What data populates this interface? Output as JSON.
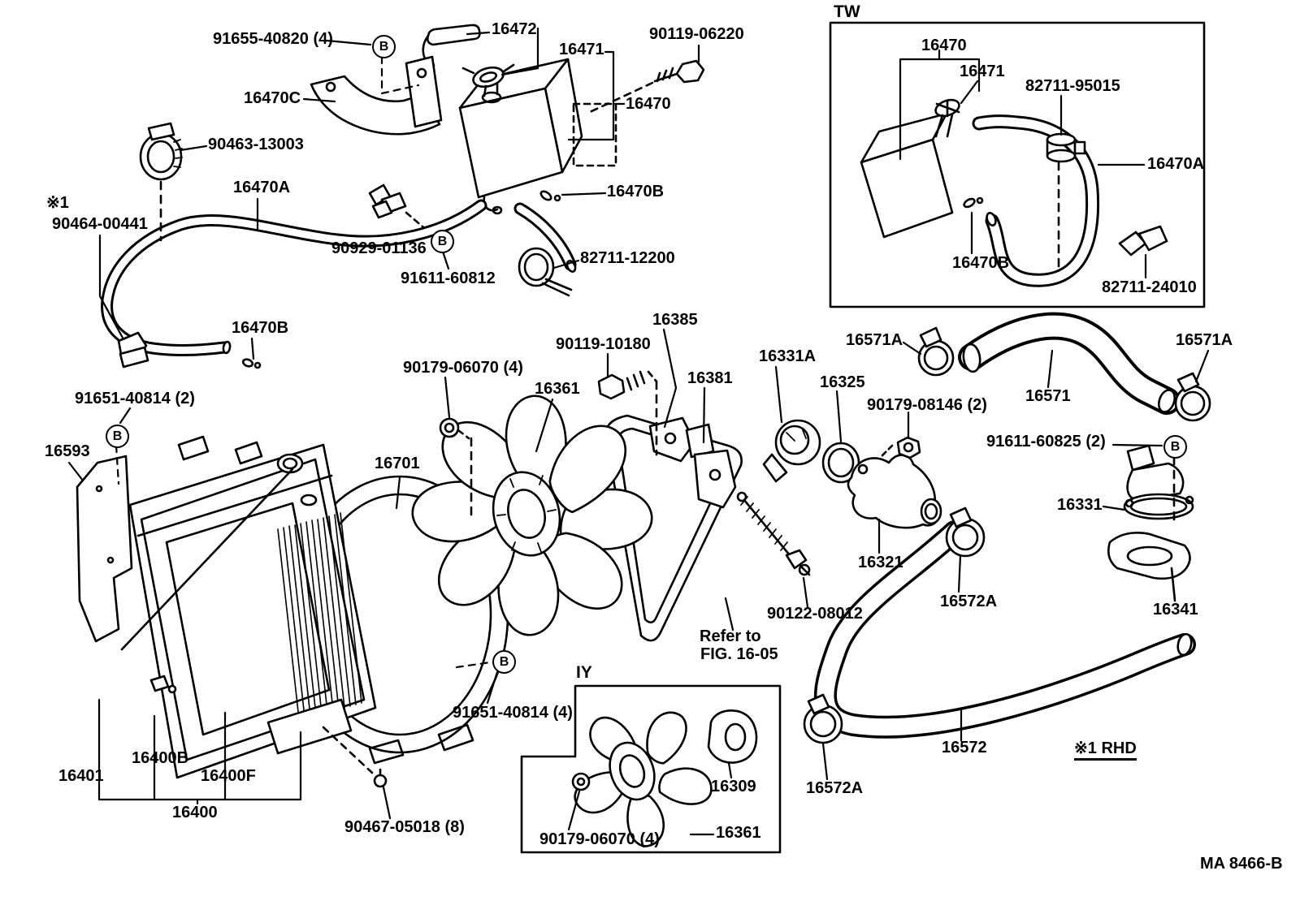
{
  "diagram": {
    "figure_code": "MA 8466-B",
    "callout_letter": "B",
    "insets": [
      {
        "name": "TW"
      },
      {
        "name": "IY"
      }
    ],
    "notes": {
      "star": "※1",
      "rhd": "※1 RHD",
      "refer_line1": "Refer to",
      "refer_line2": "FIG. 16-05"
    },
    "colors": {
      "ink": "#000000",
      "paper": "#ffffff"
    },
    "part_labels": [
      "91655-40820 (4)",
      "16472",
      "16471",
      "90119-06220",
      "16470C",
      "16470",
      "90463-13003",
      "16470A",
      "90464-00441",
      "16470B",
      "90929-01136",
      "91611-60812",
      "82711-12200",
      "16470B",
      "16385",
      "90119-10180",
      "16361",
      "16381",
      "16331A",
      "16325",
      "16571A",
      "16571A",
      "90179-08146 (2)",
      "16571",
      "91611-60825 (2)",
      "90179-06070 (4)",
      "91651-40814 (2)",
      "16593",
      "16701",
      "16331",
      "16321",
      "16572A",
      "16341",
      "90122-08012",
      "91651-40814 (4)",
      "16309",
      "16361",
      "90179-06070 (4)",
      "16400B",
      "16401",
      "16400F",
      "16400",
      "90467-05018 (8)",
      "16572A",
      "16572",
      "16470",
      "16471",
      "82711-95015",
      "16470A",
      "16470B",
      "82711-24010"
    ]
  }
}
